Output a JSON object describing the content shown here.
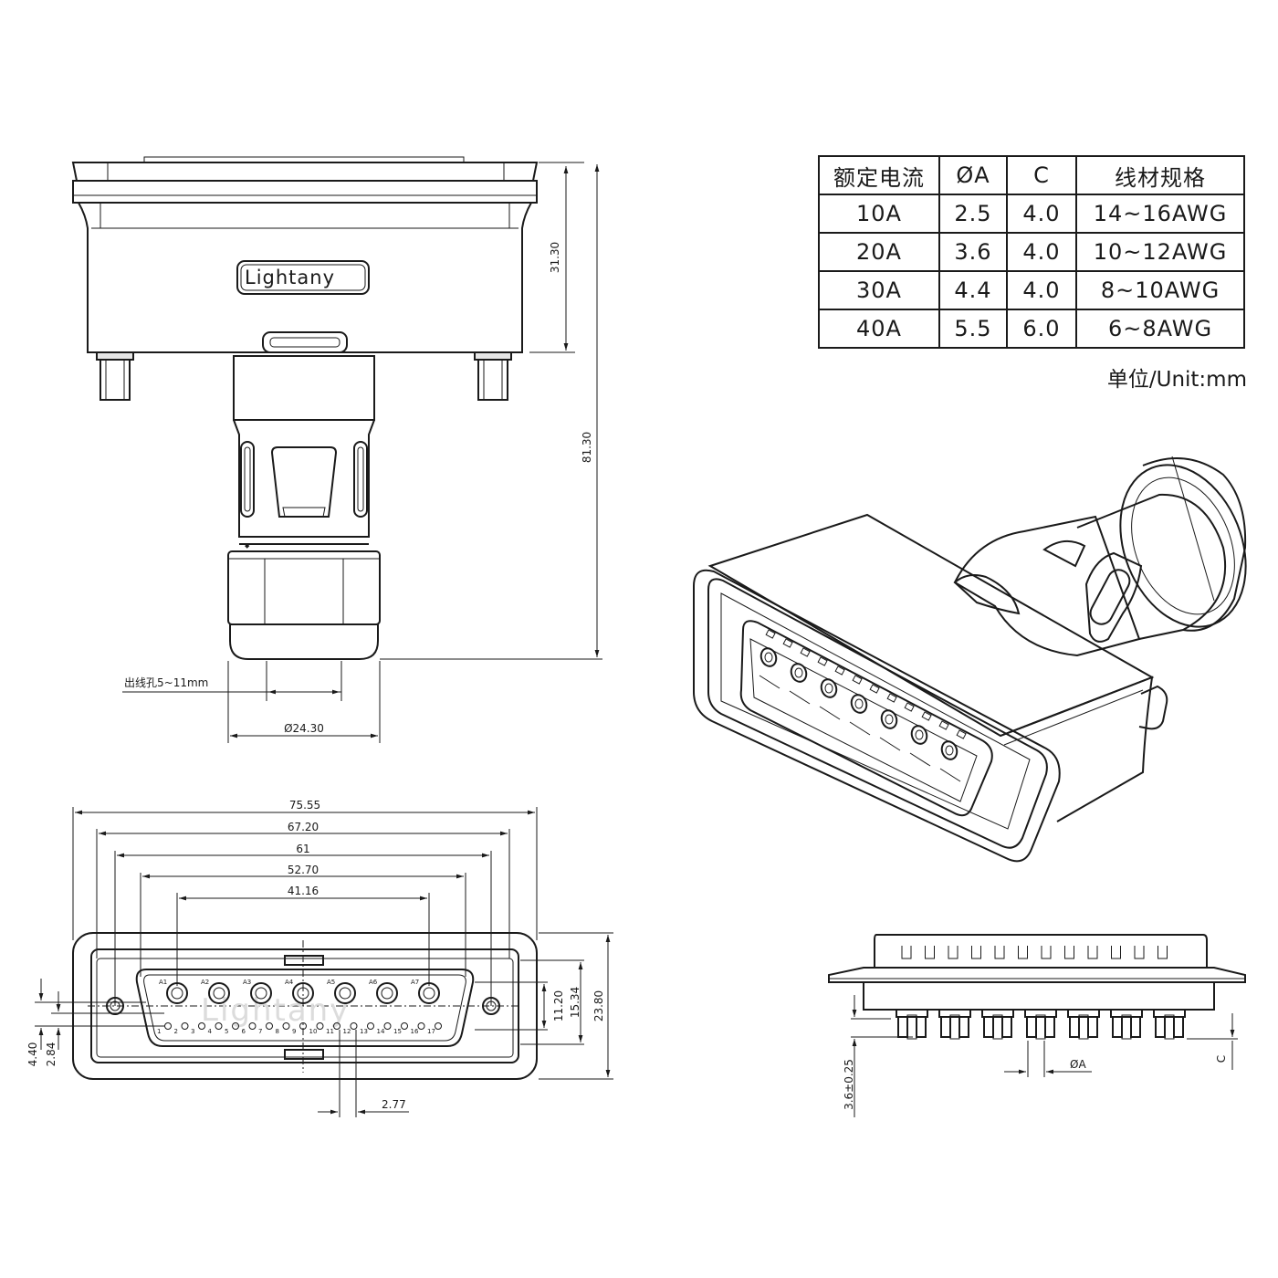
{
  "table": {
    "headers": [
      "额定电流",
      "ØA",
      "C",
      "线材规格"
    ],
    "rows": [
      [
        "10A",
        "2.5",
        "4.0",
        "14~16AWG"
      ],
      [
        "20A",
        "3.6",
        "4.0",
        "10~12AWG"
      ],
      [
        "30A",
        "4.4",
        "4.0",
        "8~10AWG"
      ],
      [
        "40A",
        "5.5",
        "6.0",
        "6~8AWG"
      ]
    ]
  },
  "unit_note": "单位/Unit:mm",
  "brand_logo": "Lightany",
  "watermark": "Lightany",
  "top_view": {
    "dim_height_body": "31.30",
    "dim_height_total": "81.30",
    "cable_hole_label": "出线孔5~11mm",
    "dim_diameter": "Ø24.30"
  },
  "front_view": {
    "dim_75": "75.55",
    "dim_67": "67.20",
    "dim_61": "61",
    "dim_52": "52.70",
    "dim_41": "41.16",
    "dim_right_11": "11.20",
    "dim_right_15": "15.34",
    "dim_right_23": "23.80",
    "dim_left_440": "4.40",
    "dim_left_284": "2.84",
    "dim_pitch": "2.77",
    "power_pin_labels": [
      "A1",
      "A2",
      "A3",
      "A4",
      "A5",
      "A6",
      "A7"
    ],
    "signal_pin_labels": [
      "1",
      "2",
      "3",
      "4",
      "5",
      "6",
      "7",
      "8",
      "9",
      "10",
      "11",
      "12",
      "13",
      "14",
      "15",
      "16",
      "17"
    ]
  },
  "side_view": {
    "dim_diameter_a": "ØA",
    "dim_c": "C",
    "dim_tail": "3.6±0.25"
  },
  "colors": {
    "line": "#1a1a1a",
    "fill_light": "#e6e6e6",
    "background": "#ffffff"
  }
}
